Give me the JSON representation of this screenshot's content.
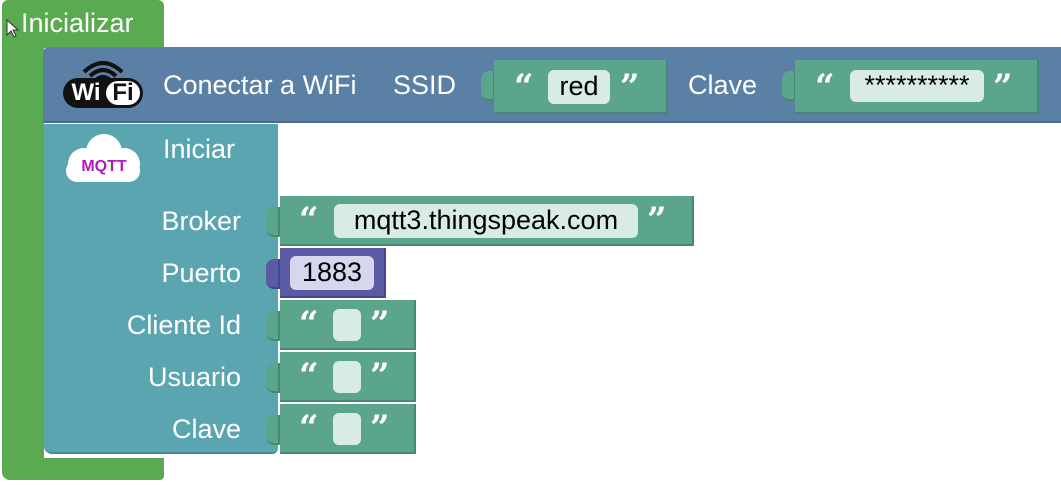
{
  "init_block": {
    "label": "Inicializar"
  },
  "wifi_block": {
    "icon": "wifi-logo-icon",
    "icon_text": "WiFi",
    "label": "Conectar a WiFi",
    "ssid_label": "SSID",
    "ssid_value": "red",
    "key_label": "Clave",
    "key_value": "**********"
  },
  "mqtt_block": {
    "icon": "mqtt-cloud-icon",
    "icon_text": "MQTT",
    "label": "Iniciar",
    "broker_label": "Broker",
    "broker_value": "mqtt3.thingspeak.com",
    "port_label": "Puerto",
    "port_value": "1883",
    "client_id_label": "Cliente Id",
    "client_id_value": "",
    "user_label": "Usuario",
    "user_value": "",
    "password_label": "Clave",
    "password_value": ""
  },
  "quote_open": "“",
  "quote_close": "”",
  "colors": {
    "init": "#5aaa52",
    "wifi": "#5b80a5",
    "mqtt": "#5ba5b1",
    "text_block": "#5ba58c",
    "number_block": "#5b5ba5"
  }
}
